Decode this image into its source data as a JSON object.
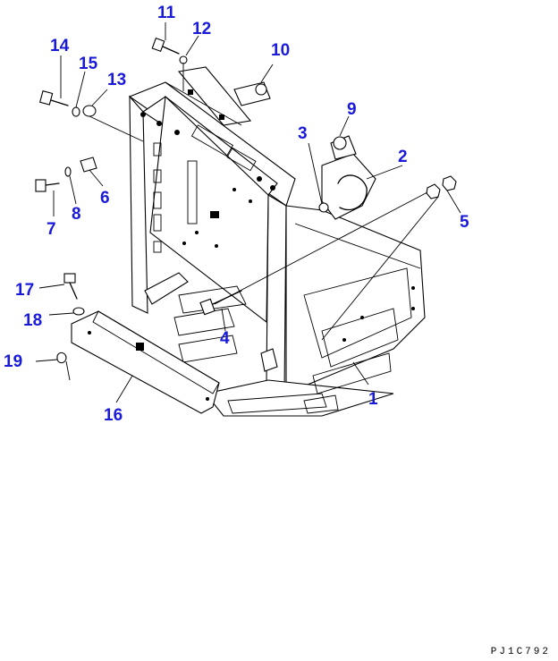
{
  "drawing_code": "PJ1C792",
  "callouts": [
    "1",
    "2",
    "3",
    "4",
    "5",
    "6",
    "7",
    "8",
    "9",
    "10",
    "11",
    "12",
    "13",
    "14",
    "15",
    "16",
    "17",
    "18",
    "19"
  ]
}
